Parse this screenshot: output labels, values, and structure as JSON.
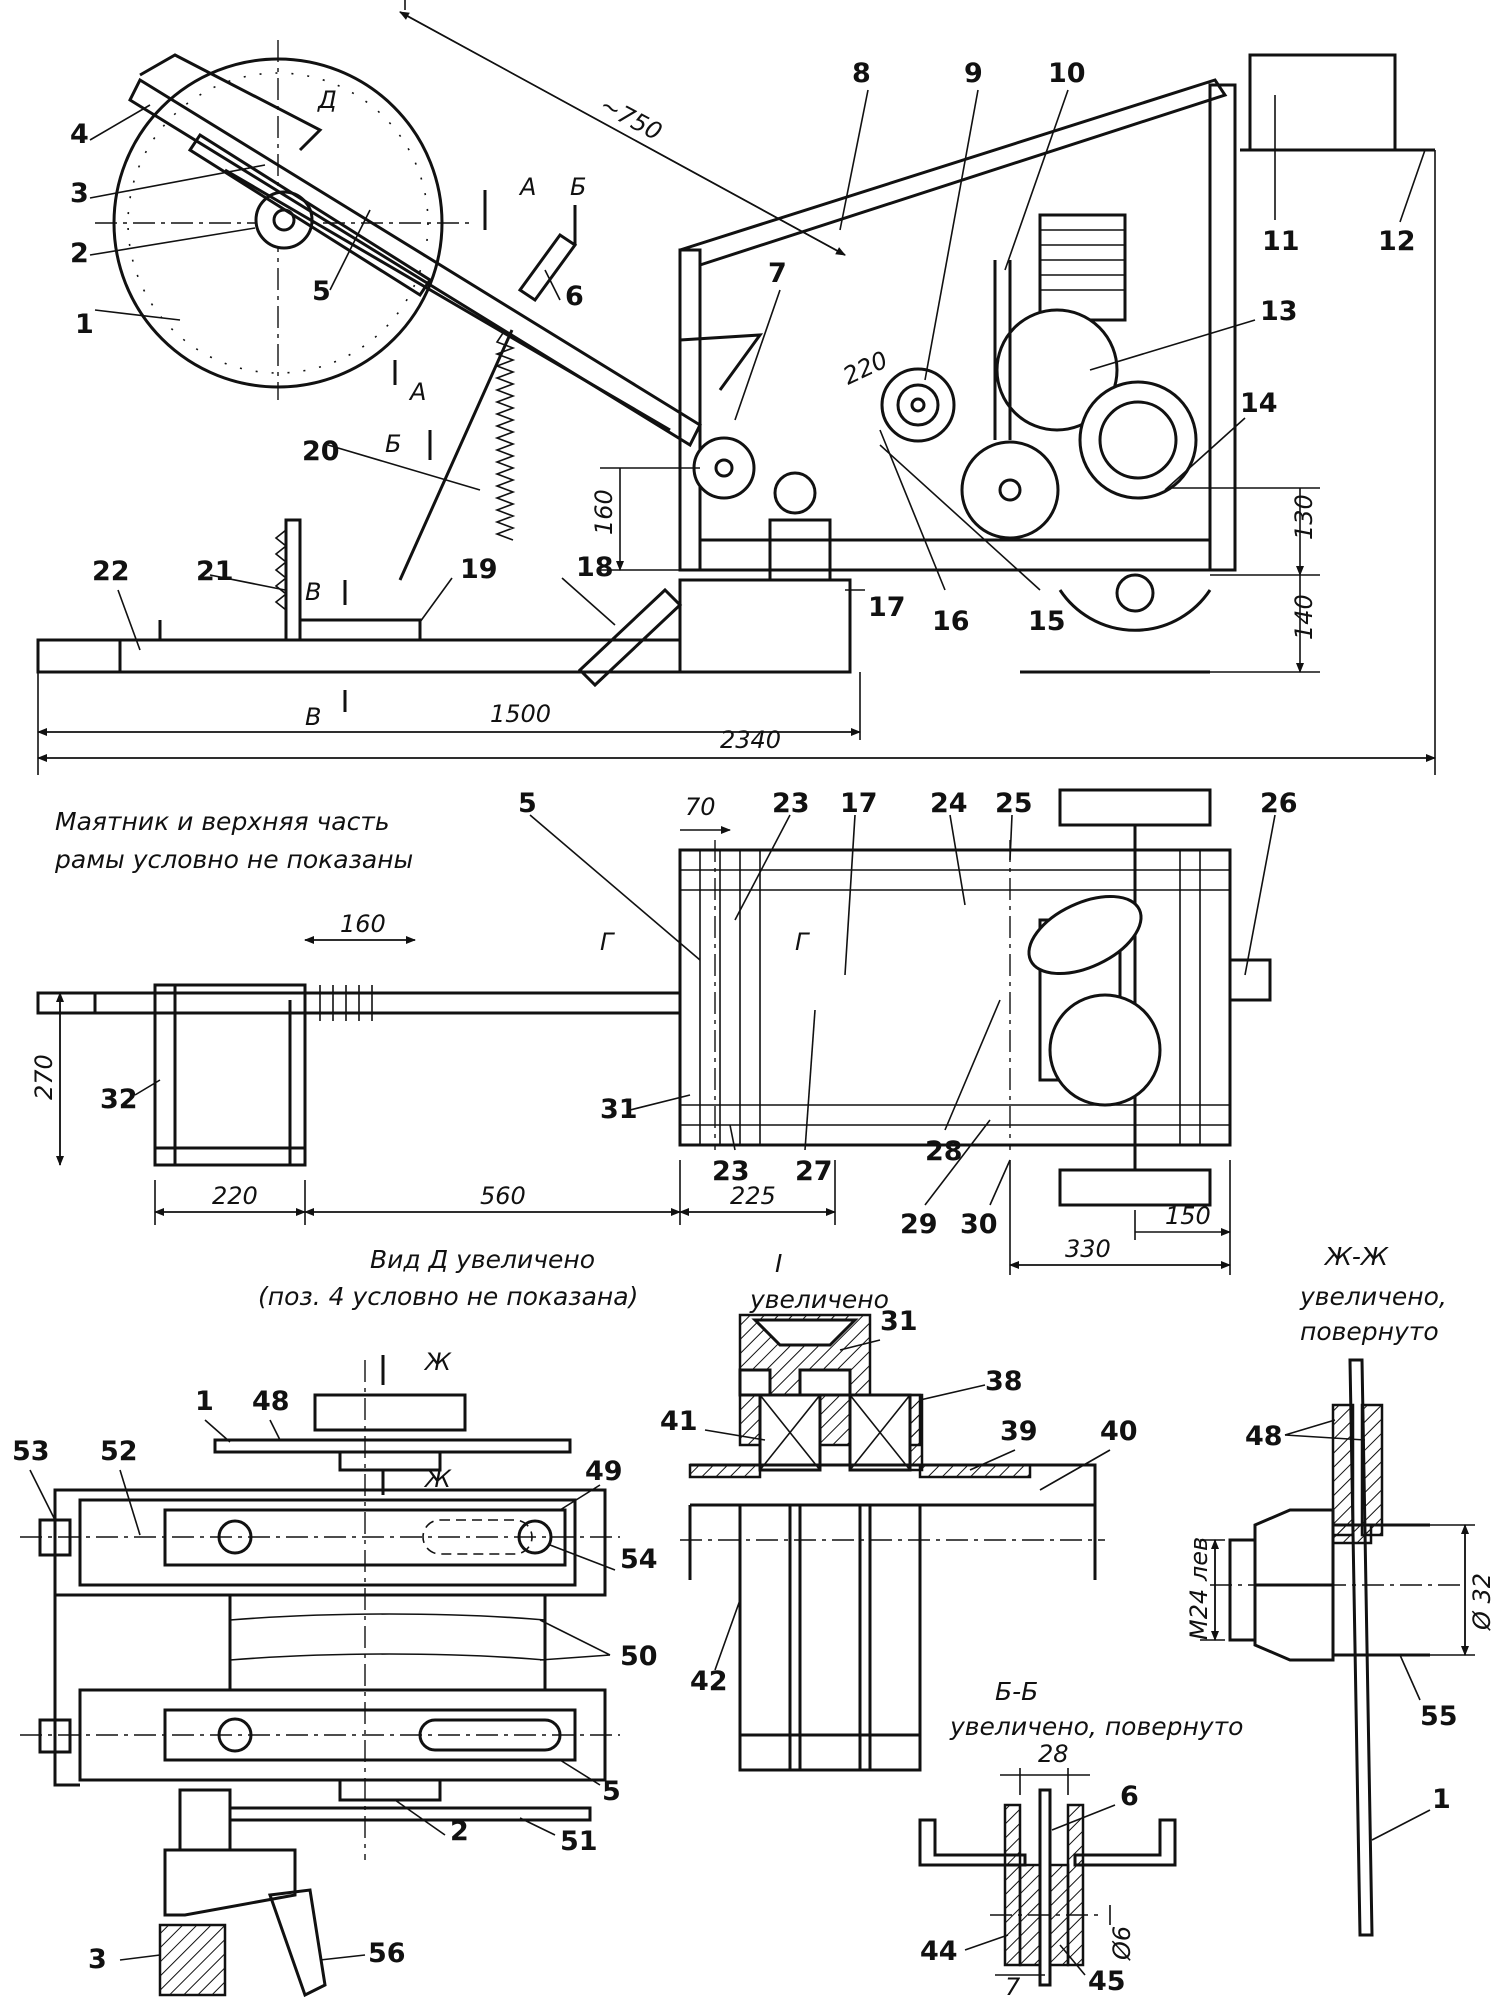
{
  "side_view": {
    "labels": [
      "1",
      "2",
      "3",
      "4",
      "5",
      "6",
      "7",
      "8",
      "9",
      "10",
      "11",
      "12",
      "13",
      "14",
      "15",
      "16",
      "17",
      "18",
      "19",
      "20",
      "21",
      "22"
    ],
    "letters": {
      "view_d": "Д",
      "sec_a": "А",
      "sec_b": "Б",
      "sec_v": "В"
    },
    "dims": {
      "arm": "~750",
      "belt": "220",
      "h160": "160",
      "h130": "130",
      "h140": "140",
      "len1500": "1500",
      "len2340": "2340"
    }
  },
  "plan_view": {
    "note_line1": "Маятник и верхняя часть",
    "note_line2": "рамы условно не показаны",
    "labels": [
      "5",
      "23",
      "17",
      "24",
      "25",
      "26",
      "31",
      "23",
      "27",
      "28",
      "29",
      "30",
      "32"
    ],
    "letters": {
      "sec_g": "Г"
    },
    "dims": {
      "d70": "70",
      "d160": "160",
      "d270": "270",
      "d220": "220",
      "d560": "560",
      "d225": "225",
      "d330": "330",
      "d150": "150"
    }
  },
  "detail_d": {
    "title": "Вид Д  увеличено",
    "subtitle": "(поз. 4 условно не показана)",
    "labels": [
      "53",
      "52",
      "1",
      "48",
      "49",
      "54",
      "50",
      "5",
      "2",
      "51",
      "3",
      "56"
    ],
    "section_mark": "Ж"
  },
  "detail_i": {
    "title": "I",
    "subtitle": "увеличено",
    "labels": [
      "31",
      "38",
      "41",
      "39",
      "40",
      "42"
    ]
  },
  "detail_b": {
    "title": "Б-Б",
    "subtitle": "увеличено, повернуто",
    "labels": [
      "6",
      "44",
      "45"
    ],
    "dims": {
      "d28": "28",
      "d7": "7",
      "d6": "Ø6"
    }
  },
  "detail_zh": {
    "title": "Ж-Ж",
    "subtitle1": "увеличено,",
    "subtitle2": "повернуто",
    "labels": [
      "48",
      "55",
      "1"
    ],
    "dims": {
      "thread": "М24 лев",
      "dia": "Ø 32"
    }
  }
}
